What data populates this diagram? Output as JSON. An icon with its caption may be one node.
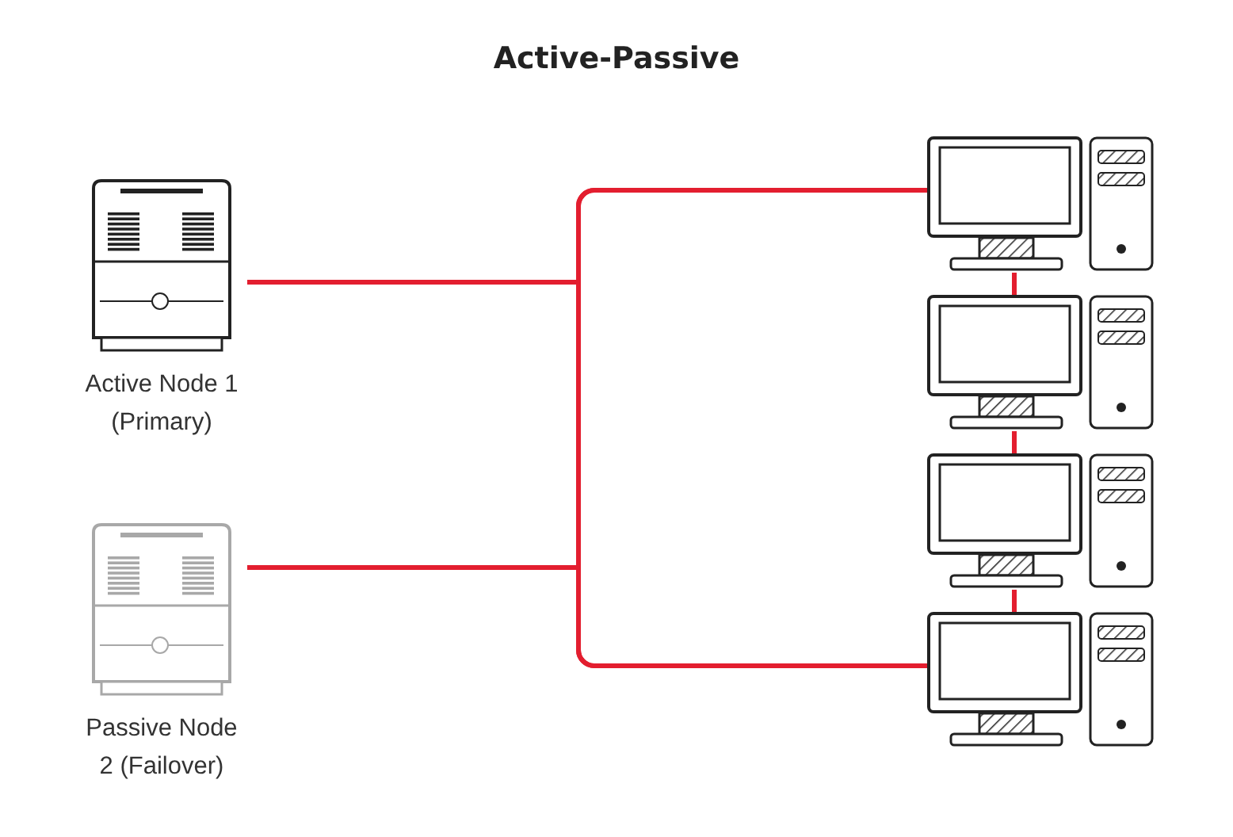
{
  "diagram": {
    "title": "Active-Passive",
    "nodes": [
      {
        "text": [
          "Active Node 1 (Primary)"
        ]
      },
      {
        "text": [
          "Passive Node 2 (Failover)"
        ]
      },
      {
        "text": [],
        "shape": "picture"
      },
      {
        "text": [],
        "shape": "picture"
      },
      {
        "text": [],
        "shape": "picture"
      },
      {
        "text": [],
        "shape": "picture"
      }
    ],
    "edges": [
      {
        "from": 0,
        "to": 2,
        "arrow": "none"
      },
      {
        "from": 0,
        "to": 5,
        "arrow": "none"
      },
      {
        "from": 1,
        "to": 2,
        "arrow": "none"
      },
      {
        "from": 1,
        "to": 5,
        "arrow": "none"
      },
      {
        "from": 2,
        "to": 3,
        "arrow": "none"
      },
      {
        "from": 3,
        "to": 4,
        "arrow": "none"
      },
      {
        "from": 4,
        "to": 5,
        "arrow": "none"
      }
    ]
  }
}
